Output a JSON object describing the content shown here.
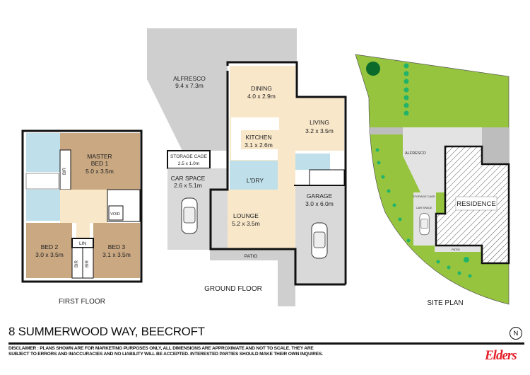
{
  "colors": {
    "bedroom": "#c9a882",
    "living": "#f8e7c9",
    "wet": "#bfe0ea",
    "outdoor": "#cfcfcf",
    "garage": "#d9d9d9",
    "lawn": "#96c43f",
    "shrub": "#1fb46a",
    "path": "#dfe8e6",
    "brand": "#e4202a"
  },
  "first_floor": {
    "label": "FIRST FLOOR",
    "rooms": [
      {
        "name": "MASTER",
        "name2": "BED 1",
        "dims": "5.0 x 3.5m"
      },
      {
        "name": "BED 2",
        "dims": "3.0 x 3.5m"
      },
      {
        "name": "BED 3",
        "dims": "3.1 x 3.5m"
      },
      {
        "name": "LIN"
      },
      {
        "name": "BIR"
      },
      {
        "name": "VOID"
      }
    ]
  },
  "ground_floor": {
    "label": "GROUND FLOOR",
    "rooms": [
      {
        "name": "ALFRESCO",
        "dims": "9.4 x 7.3m"
      },
      {
        "name": "DINING",
        "dims": "4.0 x 2.9m"
      },
      {
        "name": "LIVING",
        "dims": "3.2 x 3.5m"
      },
      {
        "name": "KITCHEN",
        "dims": "3.1 x 2.6m"
      },
      {
        "name": "STORAGE CAGE",
        "dims": "2.5 x 1.0m"
      },
      {
        "name": "CAR SPACE",
        "dims": "2.6 x 5.1m"
      },
      {
        "name": "L'DRY"
      },
      {
        "name": "LOUNGE",
        "dims": "5.2 x 3.5m"
      },
      {
        "name": "GARAGE",
        "dims": "3.0 x 6.0m"
      },
      {
        "name": "PATIO"
      }
    ]
  },
  "site_plan": {
    "label": "SITE PLAN",
    "residence": "RESIDENCE",
    "alfresco": "ALFRESCO",
    "storage": "STORAGE CAGE",
    "car_space": "CAR SPACE",
    "patio": "PATIO"
  },
  "footer": {
    "address": "8 SUMMERWOOD WAY, BEECROFT",
    "disclaimer_1": "DISCLAIMER :   PLANS SHOWN ARE FOR MARKETING PURPOSES ONLY,  ALL DIMENSIONS ARE APPROXIMATE AND NOT TO SCALE.  THEY ARE",
    "disclaimer_2": "SUBJECT TO ERRORS AND INACCURACIES AND NO LIABILITY WILL BE ACCEPTED. INTERESTED PARTIES SHOULD MAKE THEIR OWN INQUIRES.",
    "north": "N",
    "logo": "Elders"
  }
}
